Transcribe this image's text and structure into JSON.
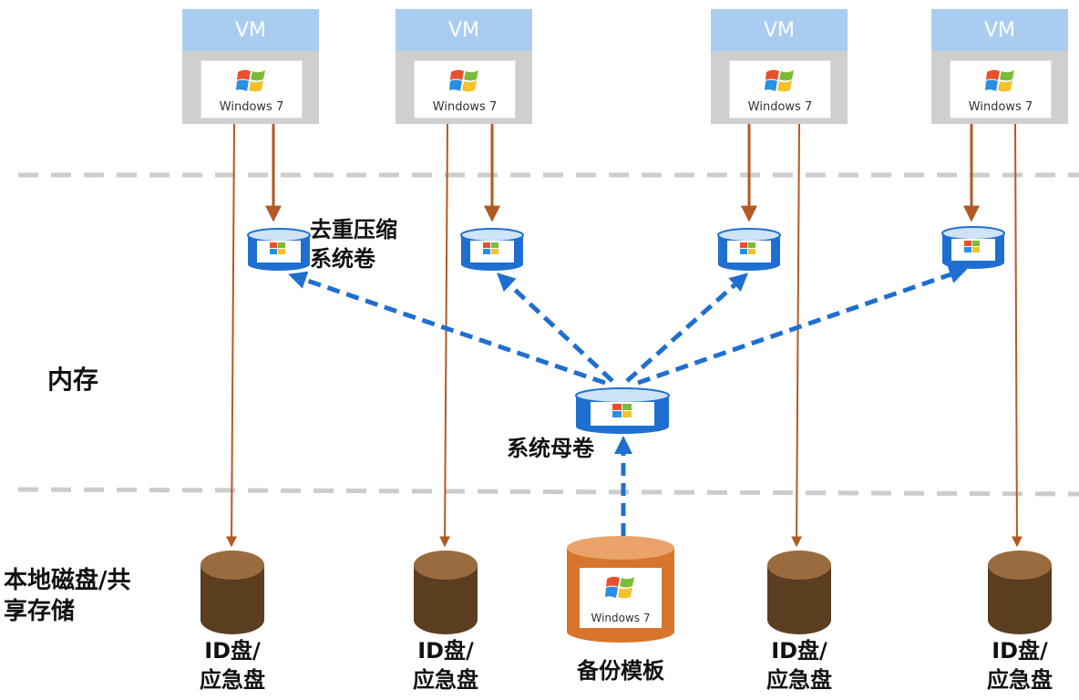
{
  "vms": [
    {
      "label": "VM",
      "os": "Windows 7"
    },
    {
      "label": "VM",
      "os": "Windows 7"
    },
    {
      "label": "VM",
      "os": "Windows 7"
    },
    {
      "label": "VM",
      "os": "Windows 7"
    }
  ],
  "layers": {
    "memory": "内存",
    "storage_line1": "本地磁盘/共",
    "storage_line2": "享存储"
  },
  "labels": {
    "dedupe_line1": "去重压缩",
    "dedupe_line2": "系统卷",
    "parent_volume": "系统母卷",
    "backup_template": "备份模板",
    "backup_os": "Windows 7",
    "id_disk_line1": "ID盘/",
    "id_disk_line2": "应急盘"
  },
  "colors": {
    "vm_header": "#a9cdf0",
    "vm_body": "#cfcfcf",
    "arrow_brown": "#b35a24",
    "dashed_blue": "#1f6fd1",
    "disk_brown": "#7a5230",
    "backup_orange": "#d8742c"
  }
}
